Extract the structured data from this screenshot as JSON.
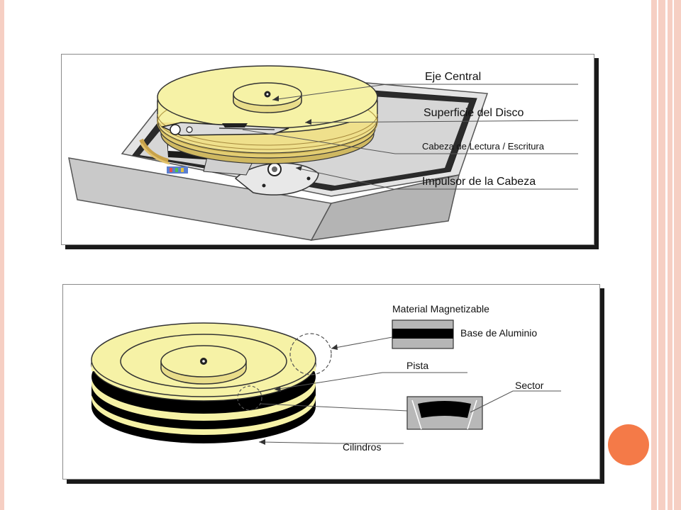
{
  "colors": {
    "platter": "#f6f2a6",
    "platter_edge": "#d9c66b",
    "accent_orange": "#f47a48",
    "edge_band": "#f6cfc3",
    "case_gray": "#c9c9c9"
  },
  "hard_drive_diagram": {
    "labels": {
      "eje_central": "Eje Central",
      "superficie": "Superficie del Disco",
      "cabeza": "Cabeza de Lectura / Escritura",
      "impulsor": "Impulsor de la Cabeza"
    }
  },
  "platter_diagram": {
    "labels": {
      "material": "Material Magnetizable",
      "base": "Base de Aluminio",
      "pista": "Pista",
      "sector": "Sector",
      "cilindros": "Cilindros"
    }
  }
}
